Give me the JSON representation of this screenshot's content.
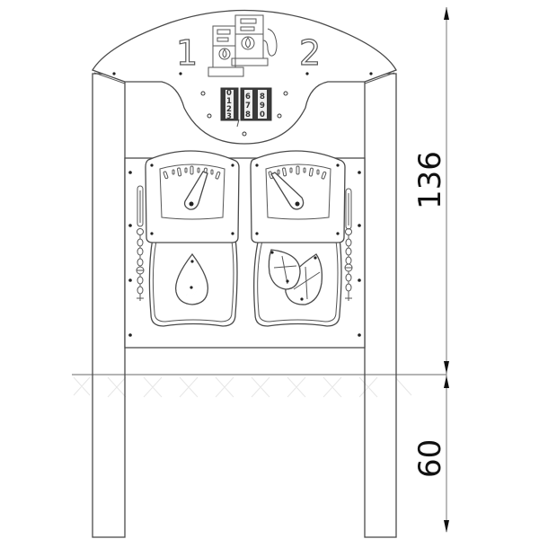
{
  "drawing": {
    "type": "technical elevation drawing",
    "subject": "play panel with fuel pump theme mounted between two posts",
    "stroke_color": "#4a4a4a",
    "background": "#ffffff"
  },
  "top_sign": {
    "left_label": "1",
    "right_label": "2",
    "icon": "fuel-pump-icon",
    "counter": {
      "rollers": [
        {
          "digits": [
            "0",
            "1",
            "2",
            "3"
          ]
        },
        {
          "digits": [
            "6",
            "7",
            "8"
          ]
        },
        {
          "digits": [
            "8",
            "9",
            "0"
          ]
        }
      ]
    }
  },
  "panel": {
    "gauges": [
      {
        "name": "left-gauge",
        "needle_direction": "up-right"
      },
      {
        "name": "right-gauge",
        "needle_direction": "up-left"
      }
    ],
    "lower_symbols": [
      {
        "name": "drop-symbol",
        "icon": "water-drop-icon"
      },
      {
        "name": "leaves-symbol",
        "icon": "leaf-icon"
      }
    ],
    "side_fittings": [
      "left-chain-fitting",
      "right-chain-fitting"
    ]
  },
  "dimensions": {
    "above_ground": "136",
    "below_ground": "60"
  }
}
